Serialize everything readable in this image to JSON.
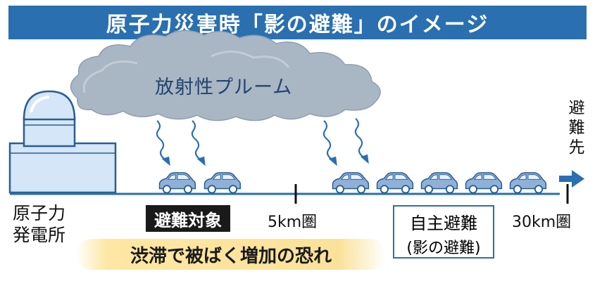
{
  "title": "原子力災害時「影の避難」のイメージ",
  "plume_label": "放射性プルーム",
  "plant_label": "原子力\n発電所",
  "target_label": "避難対象",
  "km5_label": "5km圏",
  "km30_label": "30km圏",
  "self_evac_title": "自主避難",
  "self_evac_sub": "(影の避難)",
  "risk_text": "渋滞で被ばく増加の恐れ",
  "destination_label": "避\n難\n先",
  "colors": {
    "title_bg": "#2a6fb0",
    "cloud": "#a9b6c4",
    "car": "#8fb1d8",
    "ground": "#2a6fb0",
    "arrow": "#2a6fb0",
    "risk_bg": "#fbe29a"
  },
  "icons": [
    "cloud-icon",
    "power-plant-icon",
    "car-icon",
    "fallout-arrow-icon",
    "destination-arrow-icon"
  ]
}
